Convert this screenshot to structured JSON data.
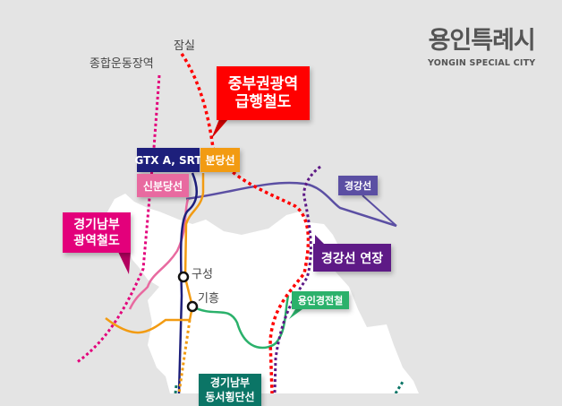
{
  "logo": {
    "korean": "용인특례시",
    "english": "YONGIN SPECIAL CITY",
    "accent": "#e6007e"
  },
  "places": {
    "sports_complex": "종합운동장역",
    "jamsil": "잠실",
    "guseong": "구성",
    "giheung": "기흥"
  },
  "lines": {
    "jungbu_express": {
      "label": "중부권광역 급행철도",
      "line1": "중부권광역",
      "line2": "급행철도",
      "color": "#ff0000",
      "style": "dotted"
    },
    "gtx_srt": {
      "label": "GTX A, SRT",
      "color": "#1d1f7b"
    },
    "bundang": {
      "label": "분당선",
      "color": "#f29b12"
    },
    "sinbundang": {
      "label": "신분당선",
      "color": "#e86aa0"
    },
    "gyeonggang": {
      "label": "경강선",
      "color": "#5b4fa3"
    },
    "gyeonggi_south": {
      "label": "경기남부 광역철도",
      "line1": "경기남부",
      "line2": "광역철도",
      "color": "#e3007b",
      "style": "dotted"
    },
    "gyeonggang_ext": {
      "label": "경강선 연장",
      "color": "#5e1a86",
      "style": "dotted"
    },
    "everline": {
      "label": "용인경전철",
      "color": "#2bb16b"
    },
    "east_west": {
      "label": "경기남부 동서횡단선",
      "line1": "경기남부",
      "line2": "동서횡단선",
      "color": "#0b7566",
      "style": "dotted"
    }
  }
}
